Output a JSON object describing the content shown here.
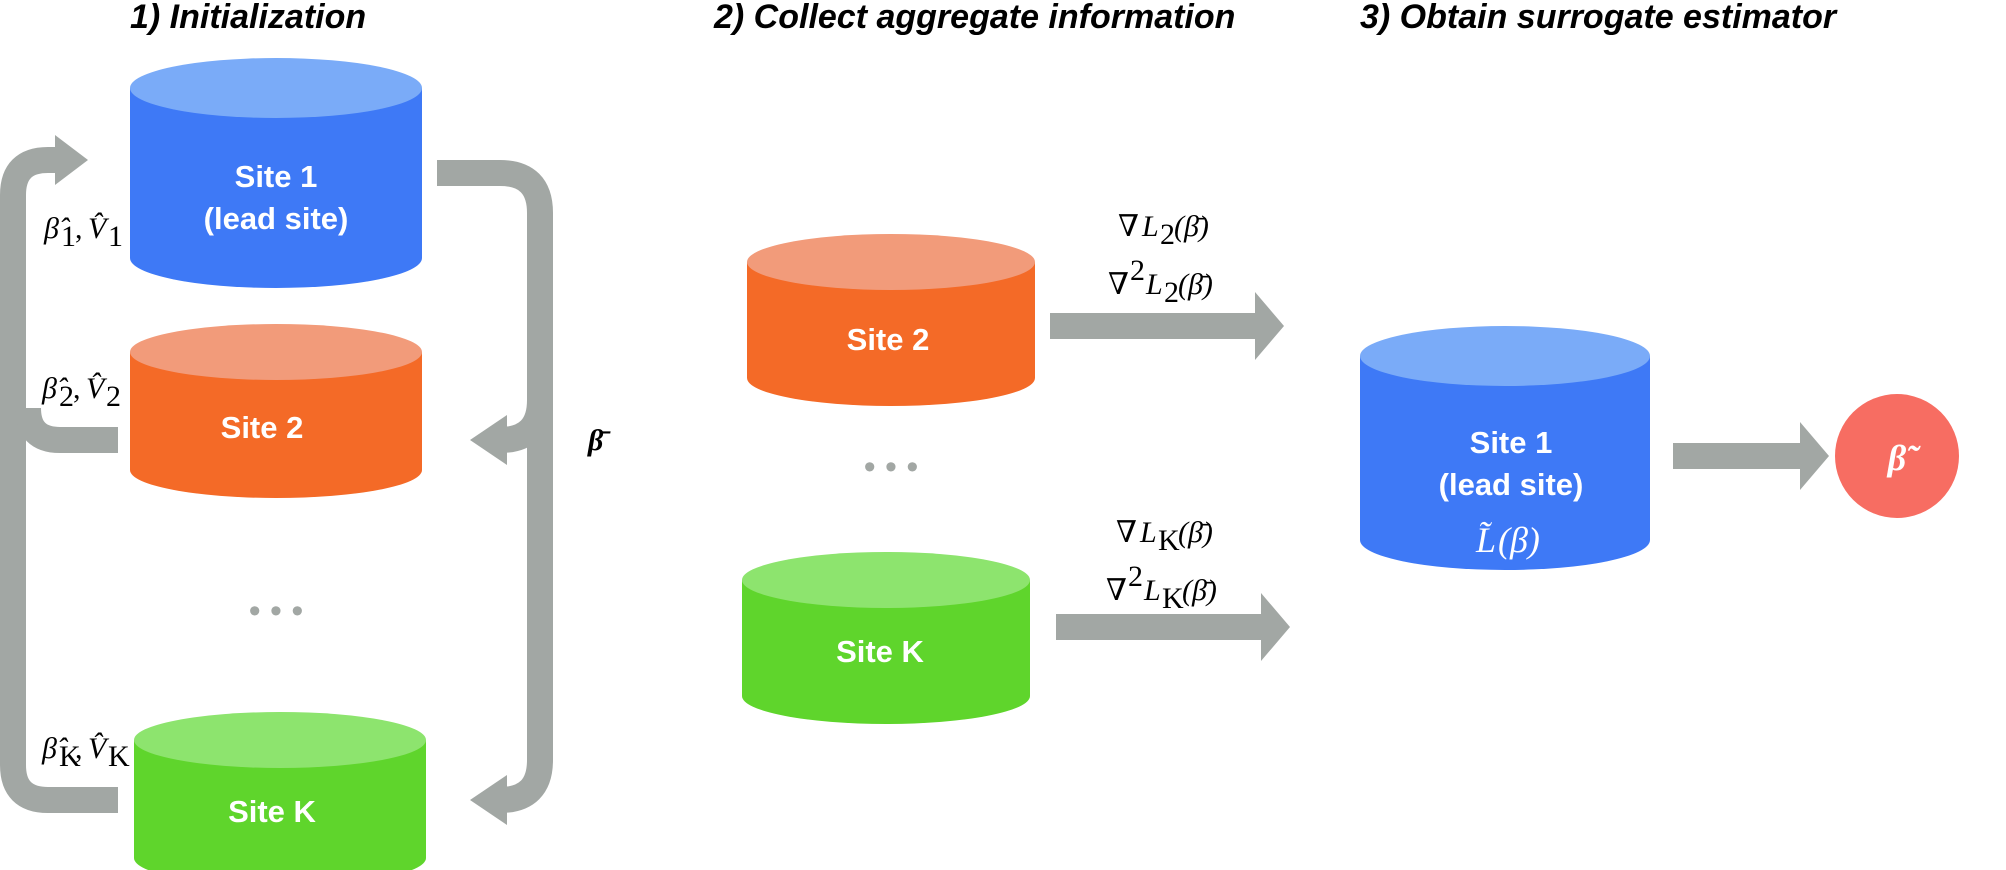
{
  "sections": {
    "initialization": "1) Initialization",
    "collect": "2) Collect aggregate information",
    "obtain": "3) Obtain surrogate estimator"
  },
  "colors": {
    "blue": "#3e79f6",
    "blue_top": "#7aabf8",
    "orange": "#f46a27",
    "orange_top": "#f29b7a",
    "green": "#5fd52c",
    "green_top": "#8de46e",
    "arrow_gray": "#a2a7a4",
    "estimator_red": "#f76d62"
  },
  "stage1": {
    "site1_line1": "Site 1",
    "site1_line2": "(lead site)",
    "site2": "Site 2",
    "siteK": "Site K",
    "ellipsis": "• • •",
    "beta_bar": "β̄",
    "local1": {
      "beta": "β̂",
      "sub": "1",
      "sep": ",",
      "v": "V̂",
      "vsub": "1"
    },
    "local2": {
      "beta": "β̂",
      "sub": "2",
      "sep": ",",
      "v": "V̂",
      "vsub": "2"
    },
    "localK": {
      "beta": "β̂",
      "sub": "K",
      "sep": ",",
      "v": "V̂",
      "vsub": "K"
    }
  },
  "stage2": {
    "site2": "Site 2",
    "siteK": "Site K",
    "ellipsis": "• • •",
    "grad2_nabla": "∇",
    "grad2_L": "L",
    "grad2_sub": "2",
    "grad2_arg": "(β̄)",
    "hess2_nabla": "∇",
    "hess2_sup": "2",
    "hess2_L": "L",
    "hess2_sub": "2",
    "hess2_arg": "(β̄)",
    "gradK_nabla": "∇",
    "gradK_L": "L",
    "gradK_sub": "K",
    "gradK_arg": "(β̄)",
    "hessK_nabla": "∇",
    "hessK_sup": "2",
    "hessK_L": "L",
    "hessK_sub": "K",
    "hessK_arg": "(β̄)"
  },
  "stage3": {
    "site1_line1": "Site 1",
    "site1_line2": "(lead site)",
    "surrogate_L": "L̃",
    "surrogate_arg": "(β)",
    "estimator": "β̃"
  }
}
